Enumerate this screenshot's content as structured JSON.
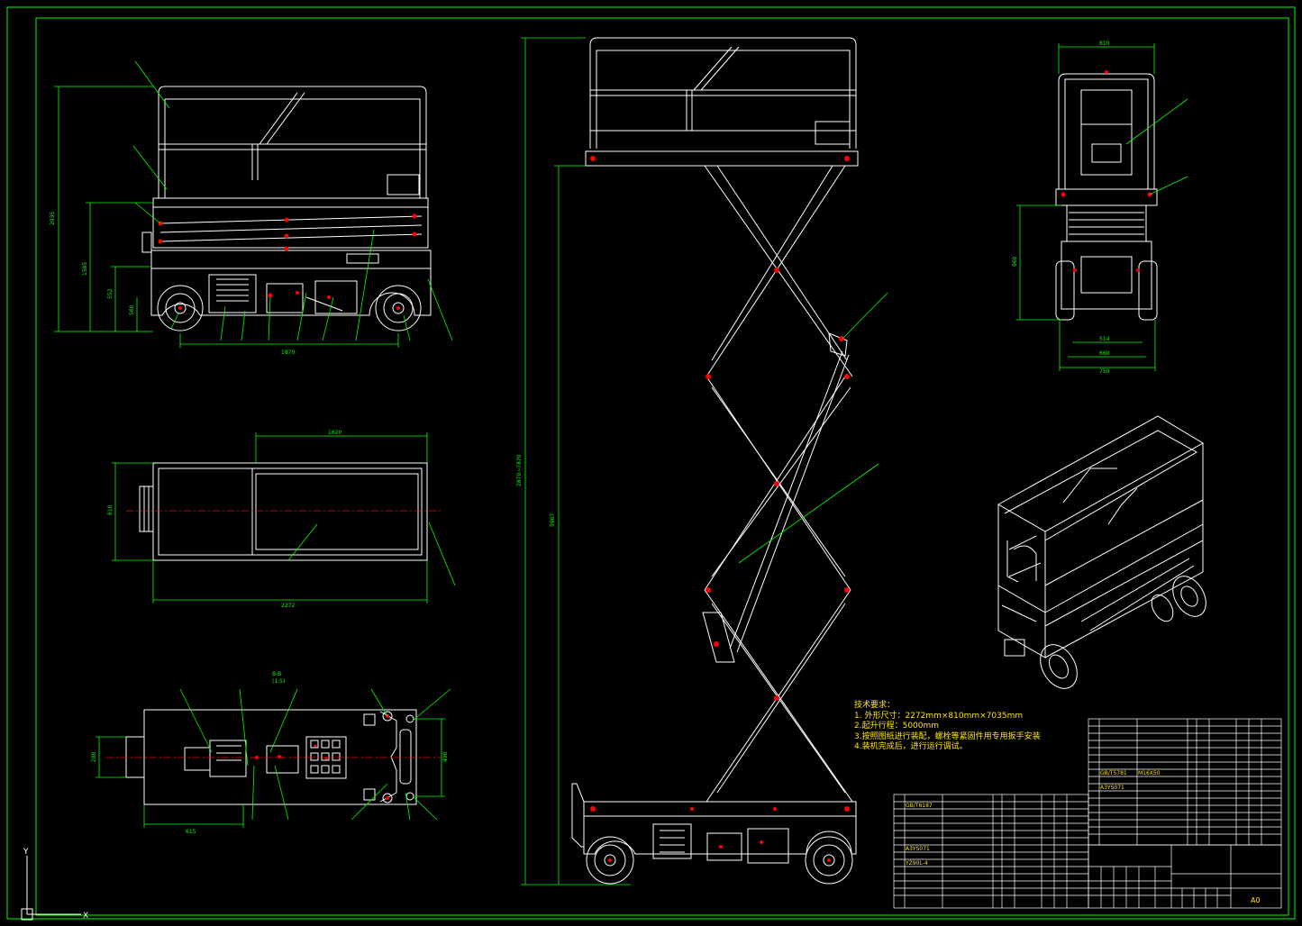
{
  "drawing": {
    "technical_requirements": {
      "heading": "技术要求：",
      "items": [
        "1. 外形尺寸：2272mm×810mm×7035mm",
        "2.起升行程：5000mm",
        "3.按照图纸进行装配，螺栓等紧固件用专用扳手安装",
        "4.装机完成后，进行运行调试。"
      ]
    },
    "dimensions": {
      "side_width": "1870",
      "plan_length": "2272",
      "plan_platform": "1620",
      "total_height": "5967",
      "stroke": "2870~7870",
      "top_width": "810",
      "front_width": "750",
      "bottom_width": "615"
    },
    "title_block": {
      "sheet_size": "A0",
      "part_refs": [
        "GB/T6187",
        "A3YS071",
        "YZ90L-4",
        "GB/T5781",
        "M16X50"
      ]
    },
    "colors": {
      "line": "#ffffff",
      "border": "#00ff00",
      "leader": "#00ff00",
      "center": "#ff0000",
      "note": "#ffe600"
    }
  }
}
